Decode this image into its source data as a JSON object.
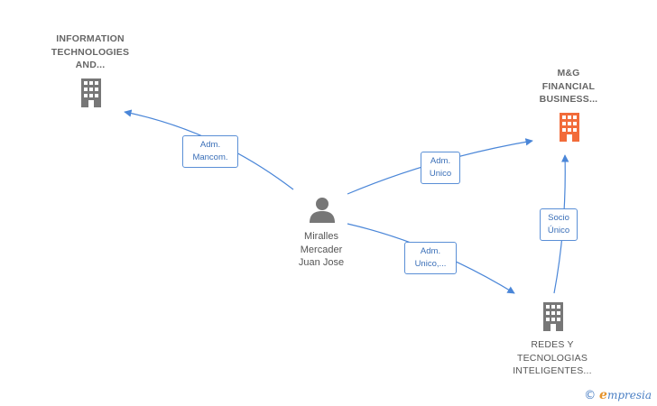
{
  "nodes": {
    "info_tech": {
      "label_lines": [
        "INFORMATION",
        "TECHNOLOGIES",
        "AND..."
      ],
      "color": "#777777"
    },
    "mg_financial": {
      "label_lines": [
        "M&G",
        "FINANCIAL",
        "BUSINESS..."
      ],
      "color": "#f26b3a"
    },
    "redes": {
      "label_lines": [
        "REDES Y",
        "TECNOLOGIAS",
        "INTELIGENTES..."
      ],
      "color": "#777777"
    },
    "person": {
      "label_lines": [
        "Miralles",
        "Mercader",
        "Juan Jose"
      ],
      "color": "#777777"
    }
  },
  "edges": {
    "e1": {
      "label_lines": [
        "Adm.",
        "Mancom."
      ]
    },
    "e2": {
      "label_lines": [
        "Adm.",
        "Unico"
      ]
    },
    "e3": {
      "label_lines": [
        "Adm.",
        "Unico,..."
      ]
    },
    "e4": {
      "label_lines": [
        "Socio",
        "Único"
      ]
    }
  },
  "brand": {
    "copyright": "©",
    "e": "e",
    "rest": "mpresia"
  },
  "colors": {
    "edge": "#4a86d8"
  }
}
